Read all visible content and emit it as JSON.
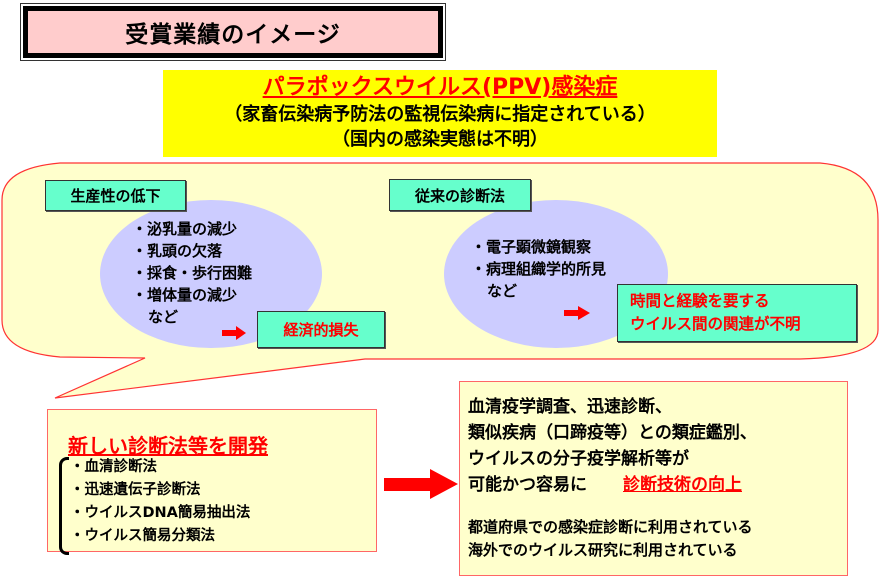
{
  "title": "受賞業績のイメージ",
  "banner": {
    "headline": "パラポックスウイルス(PPV)感染症",
    "line2": "（家畜伝染病予防法の監視伝染病に指定されている）",
    "line3": "（国内の感染実態は不明）"
  },
  "callout": {
    "productivity": {
      "label": "生産性の低下",
      "items": [
        "・泌乳量の減少",
        "・乳頭の欠落",
        "・採食・歩行困難",
        "・増体量の減少"
      ],
      "etc": "など",
      "result": "経済的損失"
    },
    "conventional": {
      "label": "従来の診断法",
      "items": [
        "・電子顕微鏡観察",
        "・病理組織学的所見"
      ],
      "etc": "など",
      "result_lines": [
        "時間と経験を要する",
        "ウイルス間の関連が不明"
      ]
    }
  },
  "new_methods": {
    "title": "新しい診断法等を開発",
    "items": [
      "・血清診断法",
      "・迅速遺伝子診断法",
      "・ウイルスDNA簡易抽出法",
      "・ウイルス簡易分類法"
    ]
  },
  "results": {
    "lines": [
      "血清疫学調査、迅速診断、",
      "類似疾病（口蹄疫等）との類症鑑別、",
      "ウイルスの分子疫学解析等が"
    ],
    "last_line": "可能かつ容易に",
    "emphasis": "診断技術の向上",
    "uses": [
      "都道府県での感染症診断に利用されている",
      "海外でのウイルス研究に利用されている"
    ]
  },
  "colors": {
    "title_bg": "#ffcccc",
    "banner_bg": "#ffff00",
    "callout_bg": "#ffffcc",
    "callout_border": "#ff3333",
    "ellipse": "#ccccff",
    "label_bg": "#66ffcc",
    "accent_red": "#ff0000"
  }
}
